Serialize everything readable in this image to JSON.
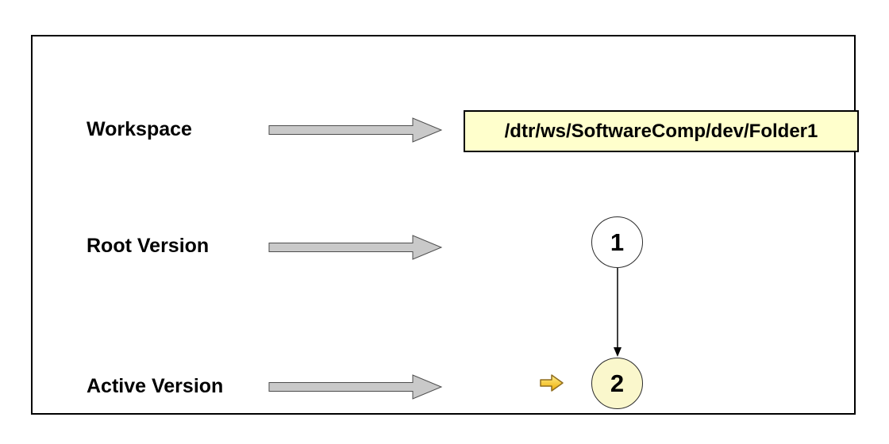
{
  "diagram": {
    "workspace": {
      "label": "Workspace",
      "path": "/dtr/ws/SoftwareComp/dev/Folder1"
    },
    "root_version": {
      "label": "Root Version",
      "number": "1"
    },
    "active_version": {
      "label": "Active Version",
      "number": "2"
    }
  },
  "icons": {
    "flow_arrow": "gray-right-block-arrow",
    "version_connector": "down-arrow",
    "active_pointer": "gold-right-arrow"
  },
  "colors": {
    "canvas_bg": "#FFFFFF",
    "frame_border": "#000000",
    "path_box_fill": "#FFFFCC",
    "path_box_border": "#000000",
    "root_node_fill": "#FFFFFF",
    "active_node_fill": "#FAF7CC",
    "node_border": "#2B2B2B",
    "flow_arrow_fill": "#C9C9C9",
    "flow_arrow_border": "#4D4D4D",
    "gold_arrow_fill_top": "#FFEE8C",
    "gold_arrow_fill_bottom": "#EFAD00",
    "gold_arrow_border": "#8F6D1F",
    "text_color": "#000000"
  }
}
